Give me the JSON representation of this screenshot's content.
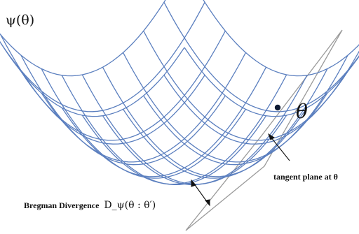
{
  "labels": {
    "function": "ψ(θ)",
    "point": "θ",
    "tangent_plane": "tangent plane at θ",
    "divergence_text": "Bregman Divergence",
    "divergence_formula": "D_ψ(θ : θ′)"
  },
  "colors": {
    "mesh": "#5b7fbf",
    "plane": "#9a9a9a",
    "arrow": "#111111",
    "point": "#0d1a33"
  }
}
